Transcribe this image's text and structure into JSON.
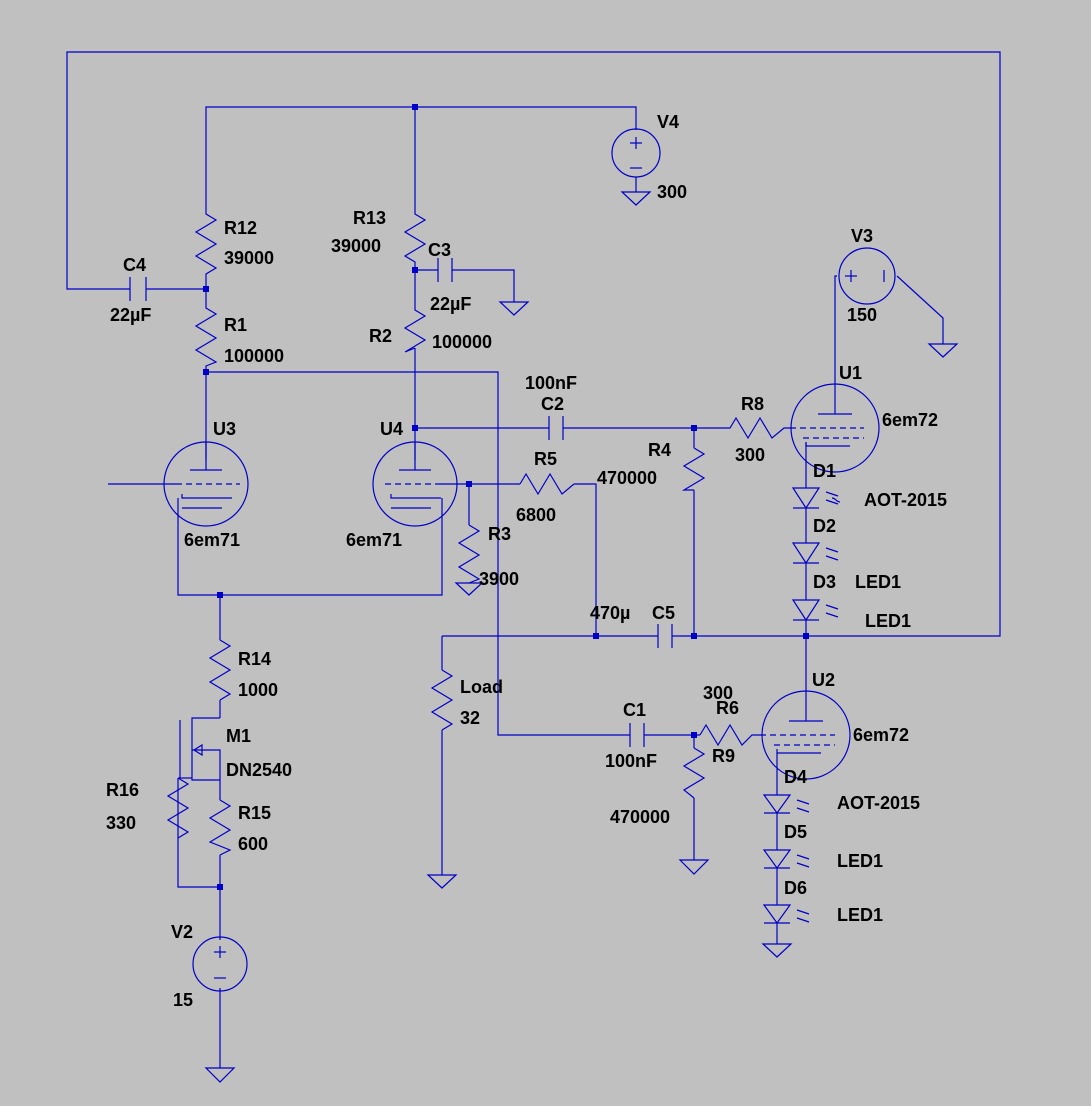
{
  "colors": {
    "background": "#c0c0c0",
    "wire": "#0000c8",
    "text": "#000000"
  },
  "components": {
    "V4": {
      "name": "V4",
      "value": "300"
    },
    "V3": {
      "name": "V3",
      "value": "150"
    },
    "V2": {
      "name": "V2",
      "value": "15"
    },
    "R12": {
      "name": "R12",
      "value": "39000"
    },
    "R13": {
      "name": "R13",
      "value": "39000"
    },
    "R1": {
      "name": "R1",
      "value": "100000"
    },
    "R2": {
      "name": "R2",
      "value": "100000"
    },
    "R3": {
      "name": "R3",
      "value": "3900"
    },
    "R4": {
      "name": "R4",
      "value": "470000"
    },
    "R5": {
      "name": "R5",
      "value": "6800"
    },
    "R6": {
      "name": "R6",
      "value": "300"
    },
    "R8": {
      "name": "R8",
      "value": "300"
    },
    "R9": {
      "name": "R9",
      "value": "470000"
    },
    "R14": {
      "name": "R14",
      "value": "1000"
    },
    "R15": {
      "name": "R15",
      "value": "600"
    },
    "R16": {
      "name": "R16",
      "value": "330"
    },
    "Load": {
      "name": "Load",
      "value": "32"
    },
    "C1": {
      "name": "C1",
      "value": "100nF"
    },
    "C2": {
      "name": "C2",
      "value": "100nF"
    },
    "C3": {
      "name": "C3",
      "value": "22µF"
    },
    "C4": {
      "name": "C4",
      "value": "22µF"
    },
    "C5": {
      "name": "C5",
      "value": "470µ"
    },
    "U1": {
      "name": "U1",
      "value": "6em72"
    },
    "U2": {
      "name": "U2",
      "value": "6em72"
    },
    "U3": {
      "name": "U3",
      "value": "6em71"
    },
    "U4": {
      "name": "U4",
      "value": "6em71"
    },
    "M1": {
      "name": "M1",
      "value": "DN2540"
    },
    "D1": {
      "name": "D1",
      "value": "AOT-2015"
    },
    "D2": {
      "name": "D2",
      "value": "LED1"
    },
    "D3": {
      "name": "D3",
      "value": "LED1"
    },
    "D4": {
      "name": "D4",
      "value": "AOT-2015"
    },
    "D5": {
      "name": "D5",
      "value": "LED1"
    },
    "D6": {
      "name": "D6",
      "value": "LED1"
    }
  }
}
